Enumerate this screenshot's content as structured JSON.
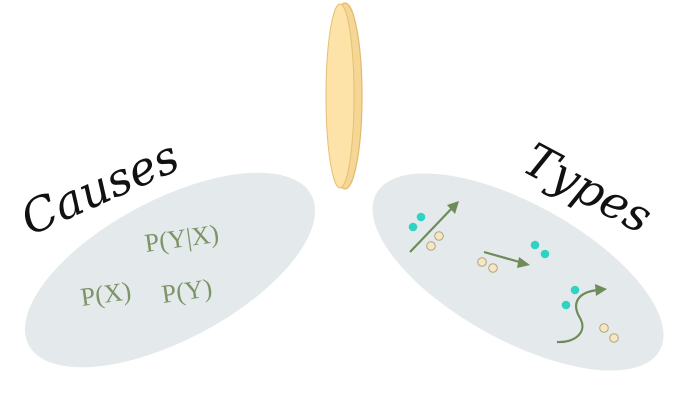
{
  "labels": {
    "causes": "Causes",
    "types": "Types"
  },
  "probabilities": {
    "conditional": "P(Y|X)",
    "marginal_x": "P(X)",
    "marginal_y": "P(Y)"
  },
  "colors": {
    "ellipse_fill": "#e3e8ea",
    "disk_fill": "#fde3a8",
    "disk_edge": "#e6bf75",
    "arrow": "#6e8c5a",
    "dot_teal": "#2ed3c4",
    "dot_cream": "#f4e7c5",
    "dot_cream_edge": "#b7a37a",
    "text": "#111111",
    "formula": "#7d9468"
  },
  "icons": [
    "upward-arrow-icon",
    "flat-arrow-icon",
    "s-curve-arrow-icon",
    "teal-dot-icon",
    "cream-dot-icon"
  ]
}
